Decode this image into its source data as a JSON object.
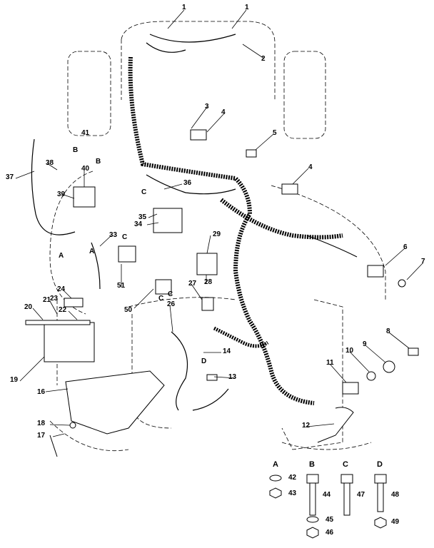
{
  "diagram": {
    "callouts": [
      "1",
      "1",
      "2",
      "3",
      "4",
      "5",
      "4",
      "6",
      "7",
      "8",
      "9",
      "10",
      "11",
      "12",
      "13",
      "14",
      "16",
      "17",
      "18",
      "19",
      "20",
      "21",
      "22",
      "23",
      "24",
      "26",
      "27",
      "28",
      "29",
      "33",
      "34",
      "35",
      "36",
      "37",
      "38",
      "39",
      "40",
      "41",
      "50",
      "51"
    ],
    "letters": [
      "B",
      "B",
      "A",
      "A",
      "C",
      "C",
      "C",
      "C",
      "D"
    ],
    "hardware": {
      "headers": [
        "A",
        "B",
        "C",
        "D"
      ],
      "numbers": [
        "42",
        "43",
        "44",
        "45",
        "46",
        "47",
        "48",
        "49"
      ]
    },
    "colors": {
      "line": "#000000",
      "dashed": "#000000",
      "background": "#ffffff"
    }
  }
}
